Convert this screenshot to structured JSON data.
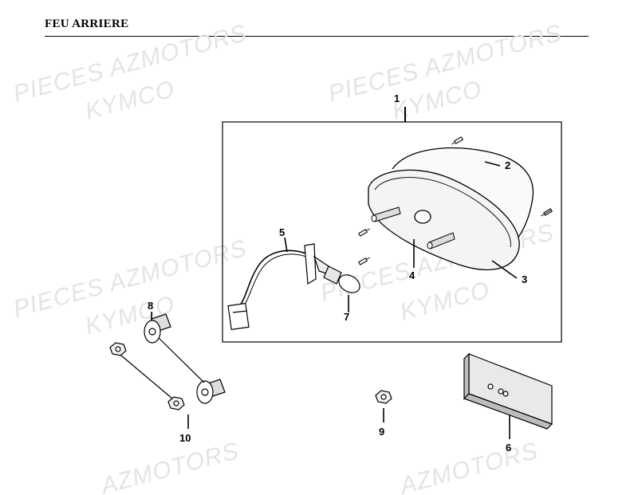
{
  "page": {
    "title": "FEU ARRIERE"
  },
  "watermark": {
    "line1": "PIECES AZMOTORS",
    "line2": "KYMCO",
    "partial": "AZMOTORS"
  },
  "callouts": [
    "1",
    "2",
    "3",
    "4",
    "5",
    "6",
    "7",
    "8",
    "9",
    "10"
  ],
  "colors": {
    "line": "#000000",
    "watermark": "#e4e4e4",
    "background": "#ffffff"
  }
}
